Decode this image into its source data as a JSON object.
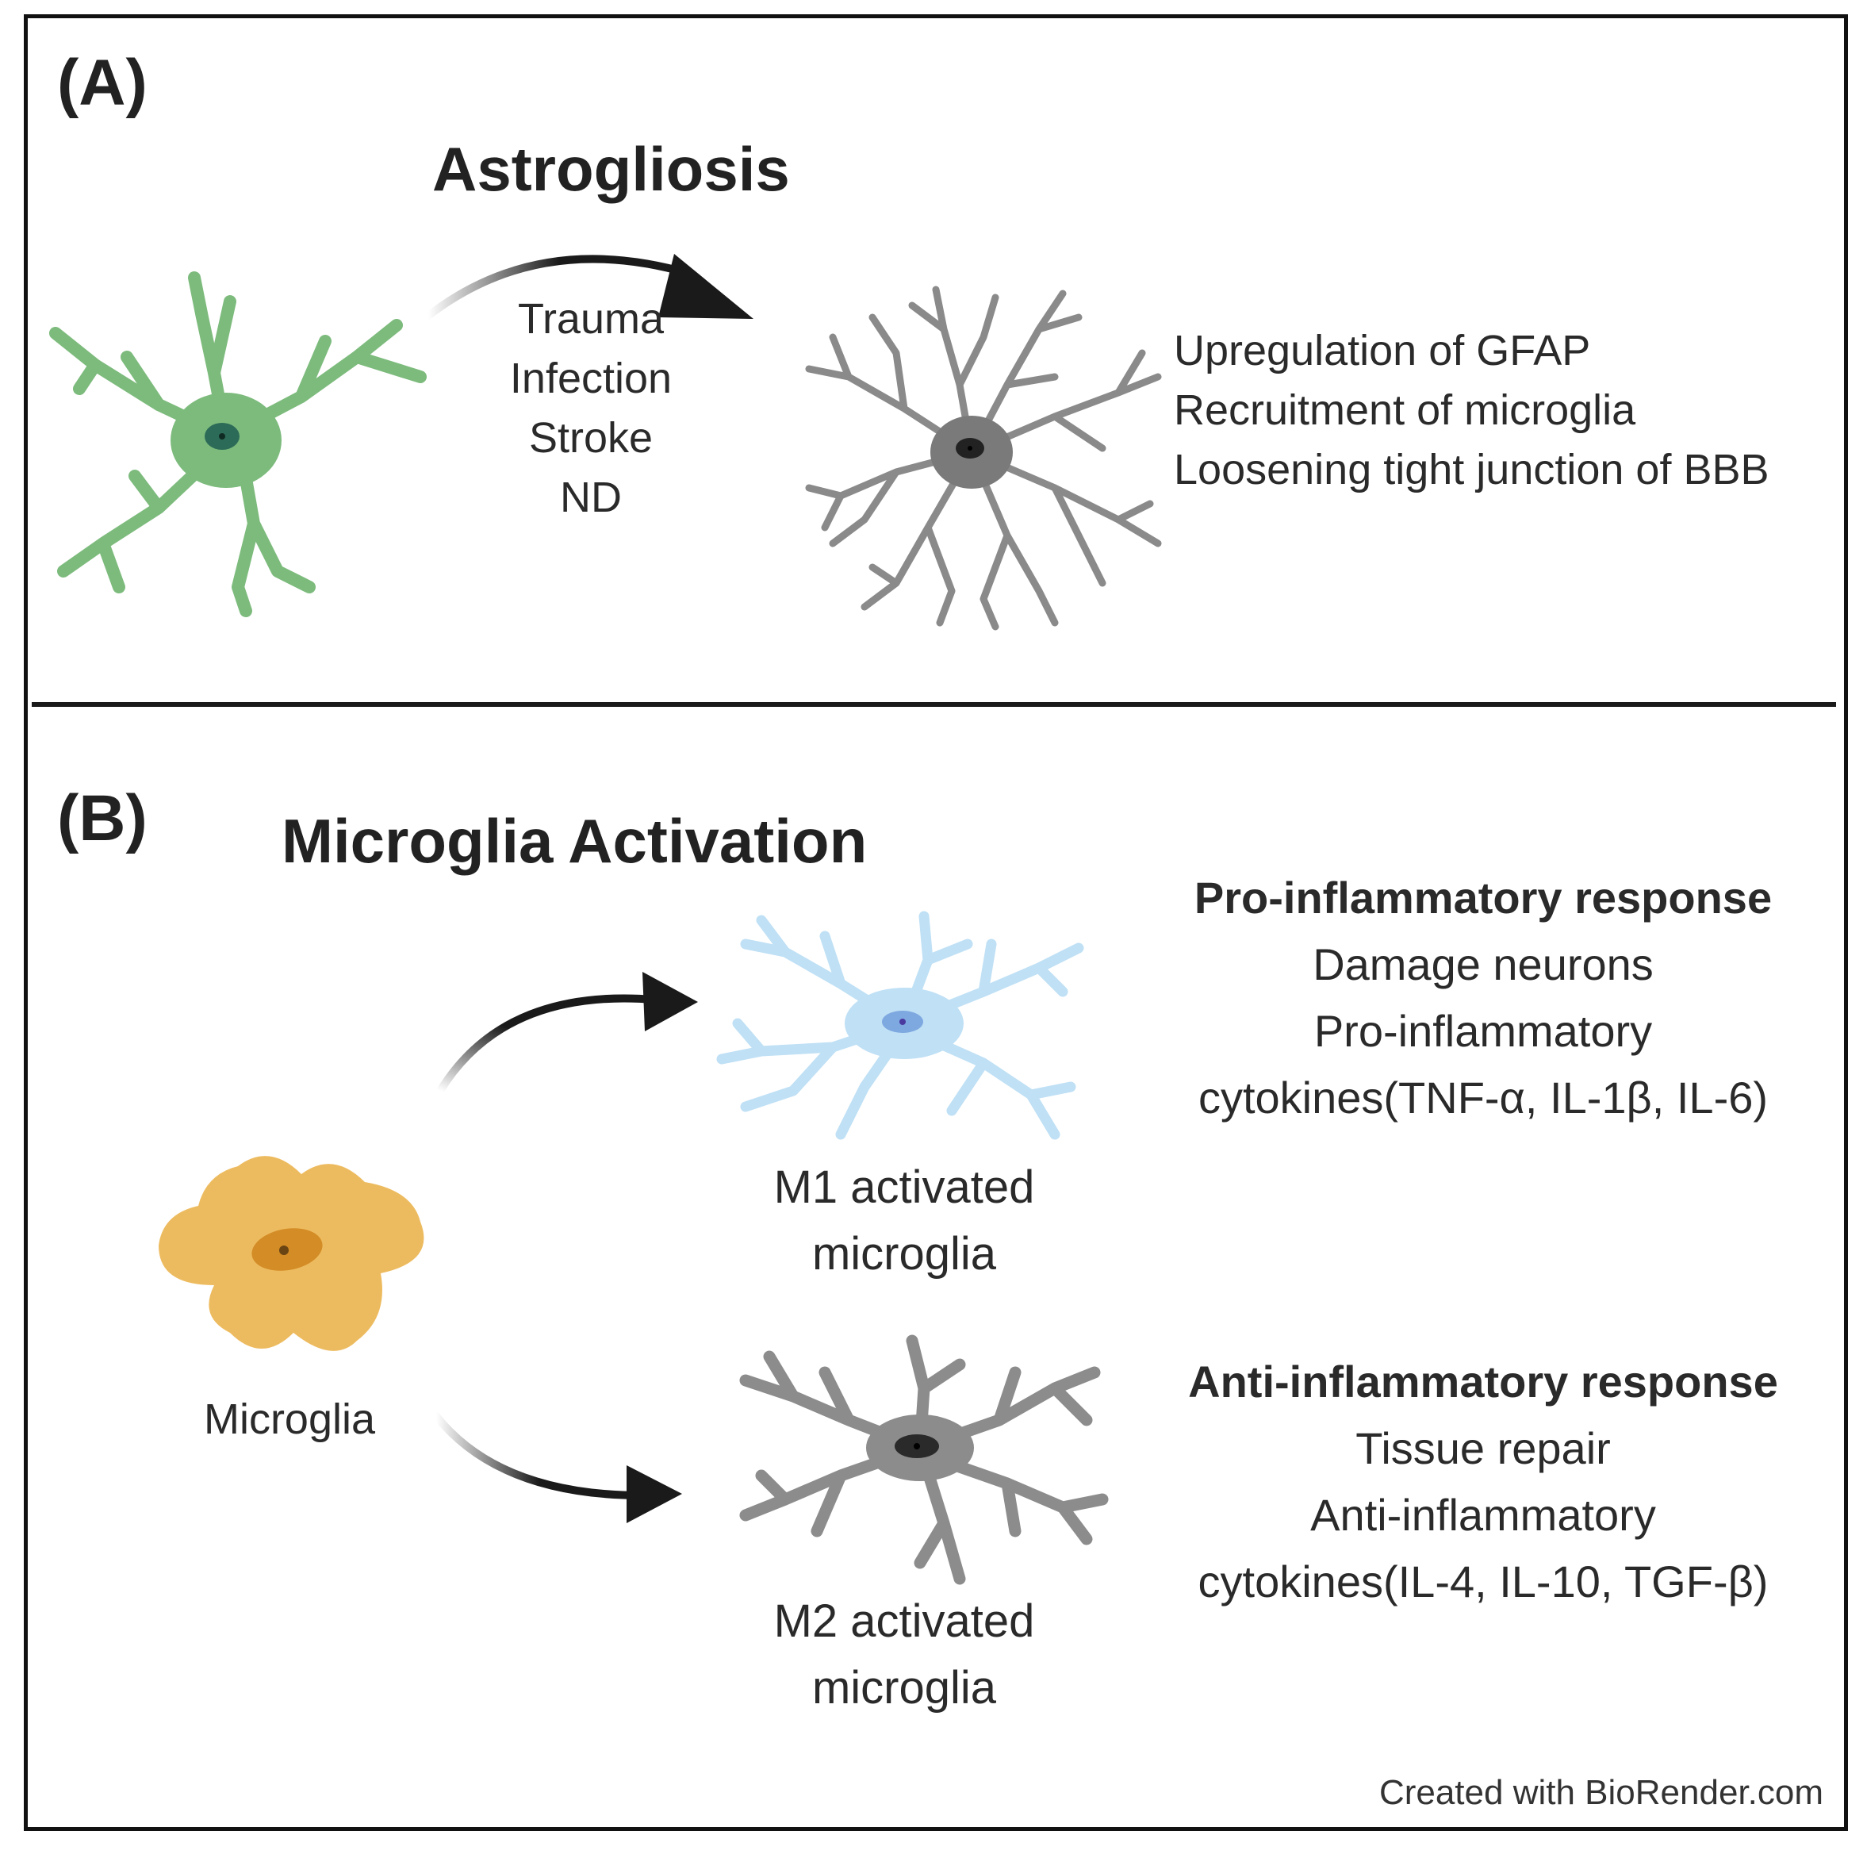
{
  "panel_a": {
    "label": "(A)",
    "title": "Astrogliosis",
    "triggers": [
      "Trauma",
      "Infection",
      "Stroke",
      "ND"
    ],
    "effects": [
      "Upregulation of GFAP",
      "Recruitment of microglia",
      "Loosening tight junction of BBB"
    ]
  },
  "panel_b": {
    "label": "(B)",
    "title": "Microglia Activation",
    "microglia_label": "Microglia",
    "m1": {
      "label_line1": "M1 activated",
      "label_line2": "microglia",
      "response_title": "Pro-inflammatory response",
      "response_lines": [
        "Damage neurons",
        "Pro-inflammatory",
        "cytokines(TNF-α, IL-1β, IL-6)"
      ]
    },
    "m2": {
      "label_line1": "M2 activated",
      "label_line2": "microglia",
      "response_title": "Anti-inflammatory response",
      "response_lines": [
        "Tissue repair",
        "Anti-inflammatory",
        "cytokines(IL-4, IL-10, TGF-β)"
      ]
    }
  },
  "credit": "Created with BioRender.com",
  "colors": {
    "astrocyte": "#7dbb7d",
    "reactive_astrocyte": "#8a8a8a",
    "microglia": "#edbb5f",
    "m1_microglia": "#bfe0f5",
    "m2_microglia": "#8c8c8c",
    "arrow": "#1a1a1a"
  }
}
